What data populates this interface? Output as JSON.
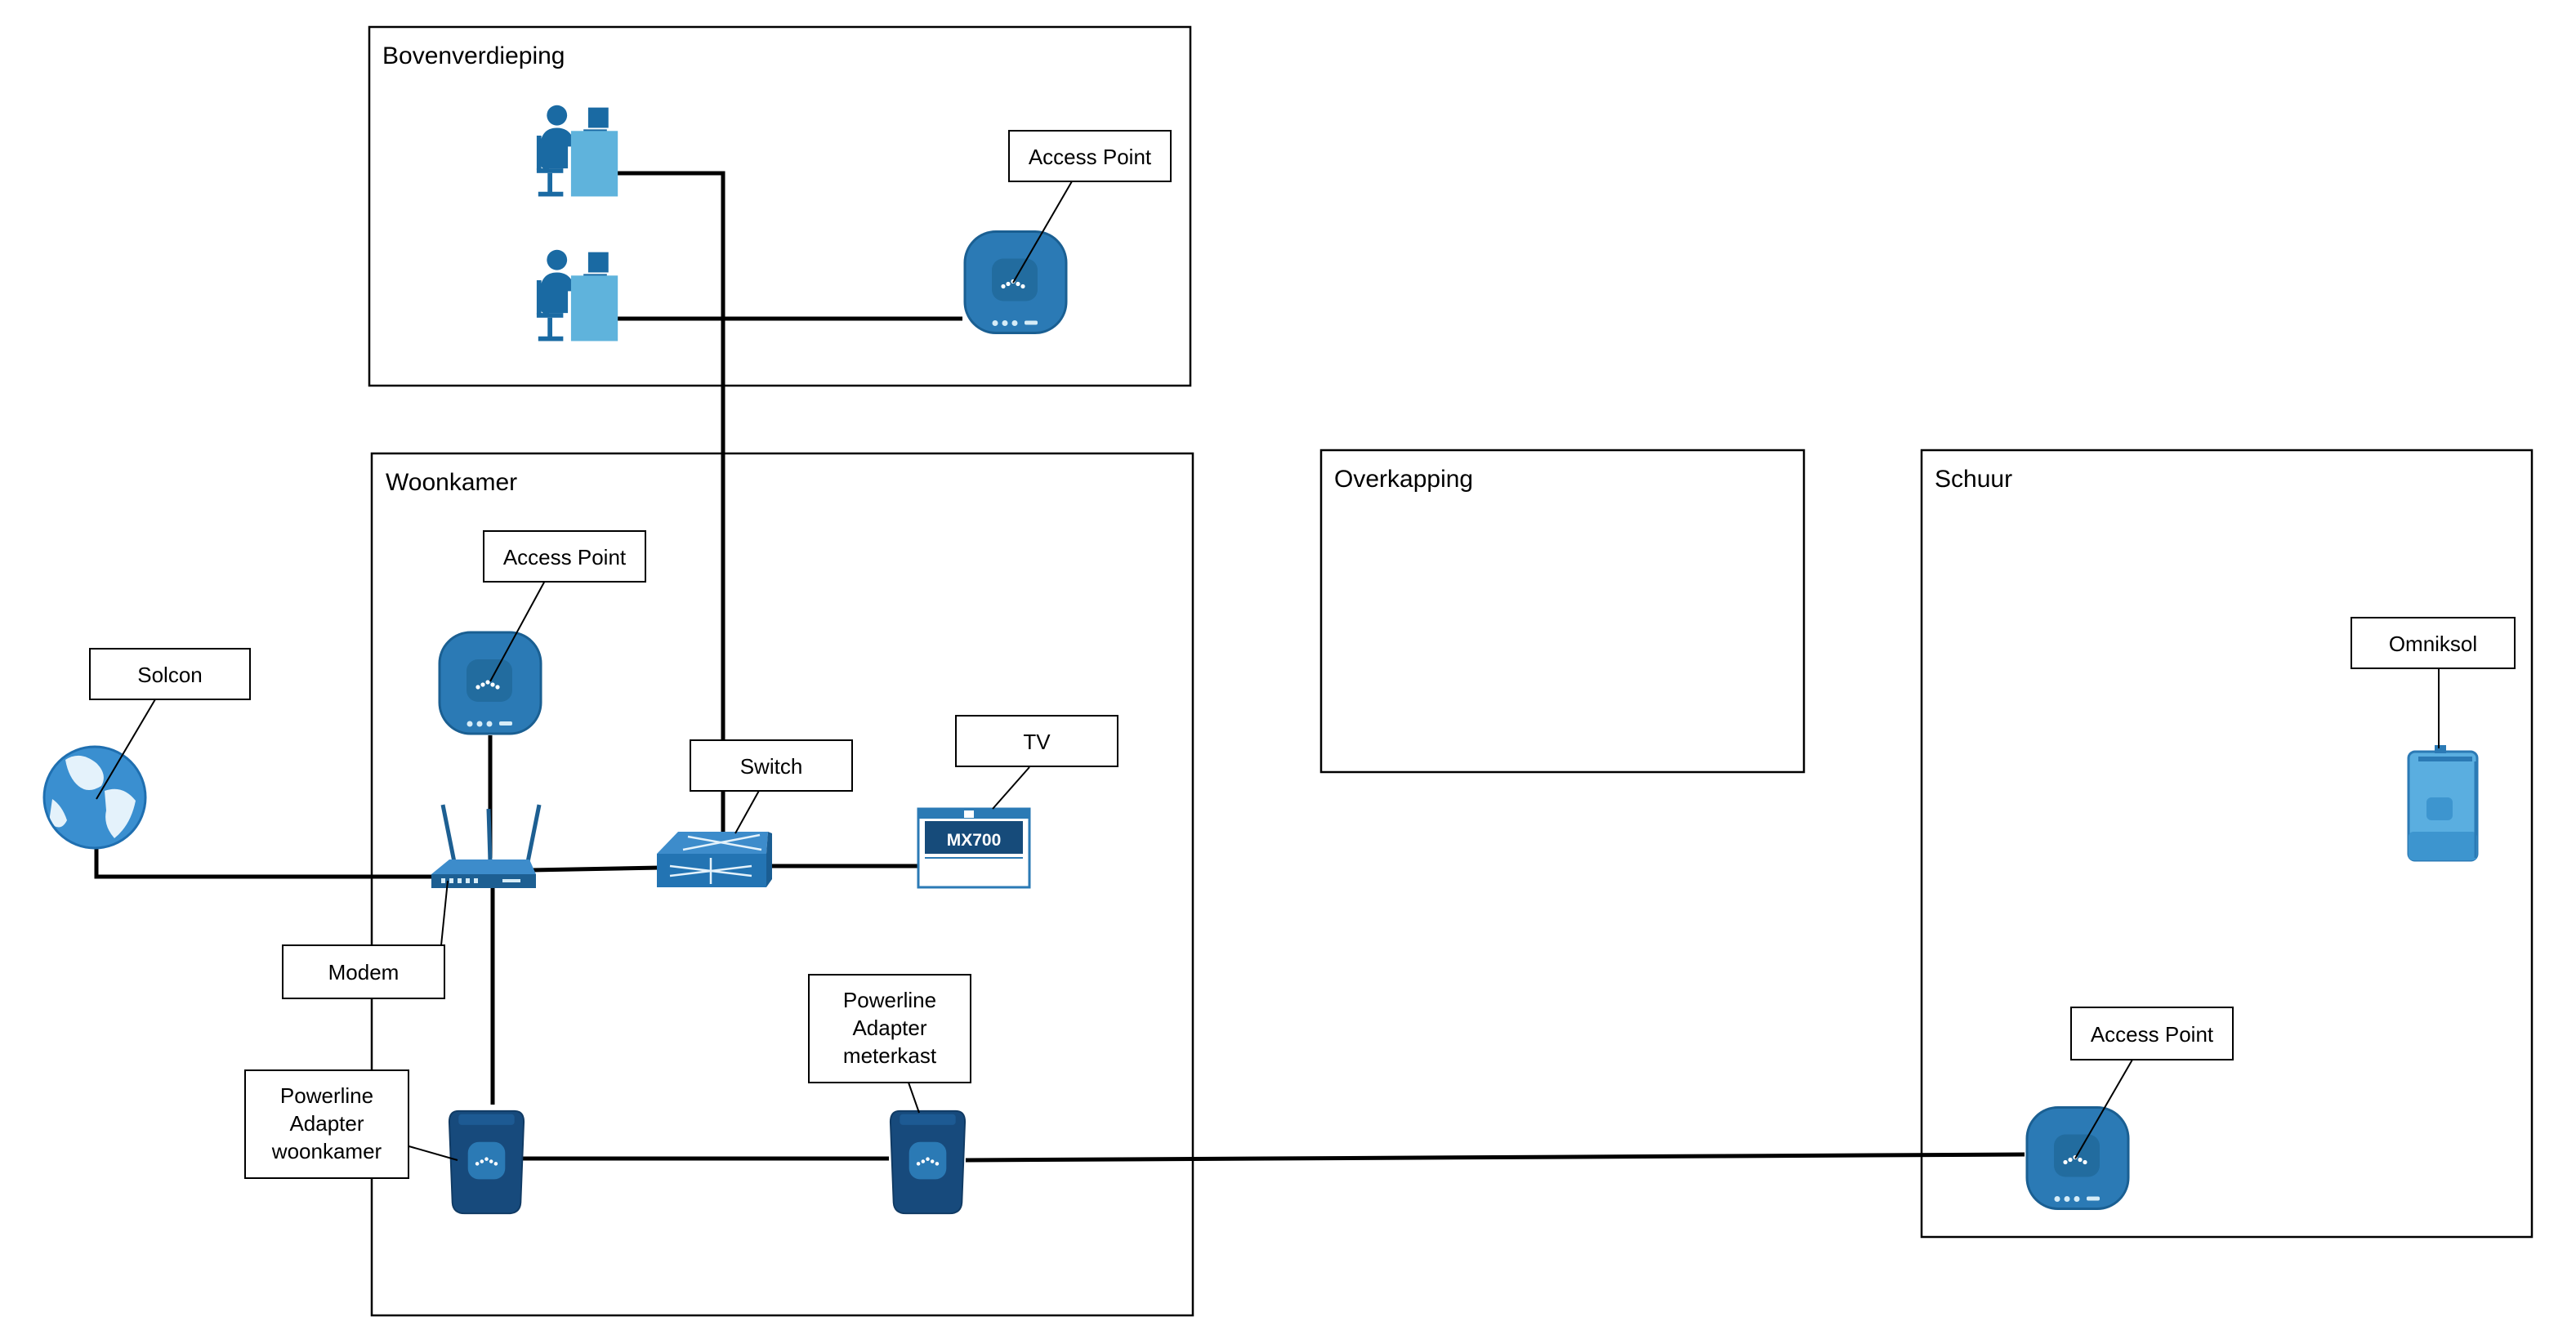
{
  "rooms": {
    "bovenverdieping": "Bovenverdieping",
    "woonkamer": "Woonkamer",
    "overkapping": "Overkapping",
    "schuur": "Schuur"
  },
  "labels": {
    "ap_boven": "Access Point",
    "ap_woonkamer": "Access Point",
    "ap_schuur": "Access Point",
    "solcon": "Solcon",
    "switch": "Switch",
    "tv": "TV",
    "tv_screen": "MX700",
    "modem": "Modem",
    "omniksol": "Omniksol",
    "plw": [
      "Powerline",
      "Adapter",
      "woonkamer"
    ],
    "plm": [
      "Powerline",
      "Adapter",
      "meterkast"
    ]
  },
  "colors": {
    "line": "#000000",
    "device_blue": "#2b7ab5",
    "device_dark": "#1d5f92",
    "powerline_navy": "#174a7c",
    "person_dark": "#1a6aa3",
    "desk_light": "#5fb3dc",
    "globe": "#3a8fd0",
    "omniksol": "#5aaee0"
  },
  "icons": {
    "workstation": "workstation-icon",
    "access_point": "access-point-icon",
    "globe": "globe-icon",
    "modem": "router-icon",
    "switch": "switch-icon",
    "tv": "tv-icon",
    "powerline": "powerline-adapter-icon",
    "inverter": "inverter-icon"
  }
}
